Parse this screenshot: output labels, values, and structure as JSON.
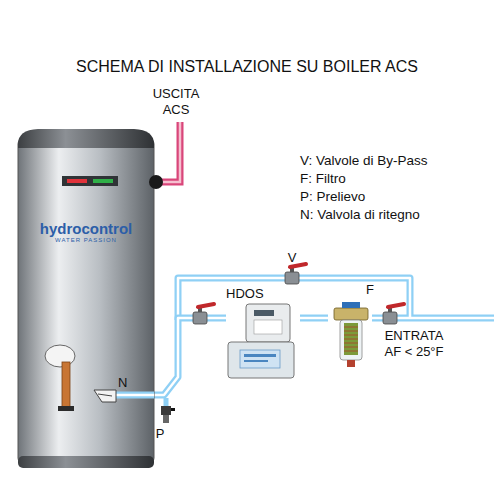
{
  "diagram": {
    "title": "SCHEMA DI INSTALLAZIONE SU BOILER ACS",
    "nodes": [
      {
        "text": [
          "hydrocontrol",
          "WATER PASSION"
        ]
      },
      {
        "text": [
          "HDOS"
        ]
      },
      {
        "text": [
          "F"
        ]
      }
    ],
    "edges": [
      {
        "from": 2,
        "to": 1,
        "arrow": "none"
      },
      {
        "from": 1,
        "to": 0,
        "arrow": "none"
      }
    ],
    "labels": [
      "USCITA ACS",
      "V",
      "ENTRATA AF < 25°F",
      "N",
      "P"
    ],
    "legend": [
      {
        "text": "V: Valvole di By-Pass"
      },
      {
        "text": "F: Filtro"
      },
      {
        "text": "P: Prelievo"
      },
      {
        "text": "N: Valvola di ritegno"
      }
    ]
  }
}
